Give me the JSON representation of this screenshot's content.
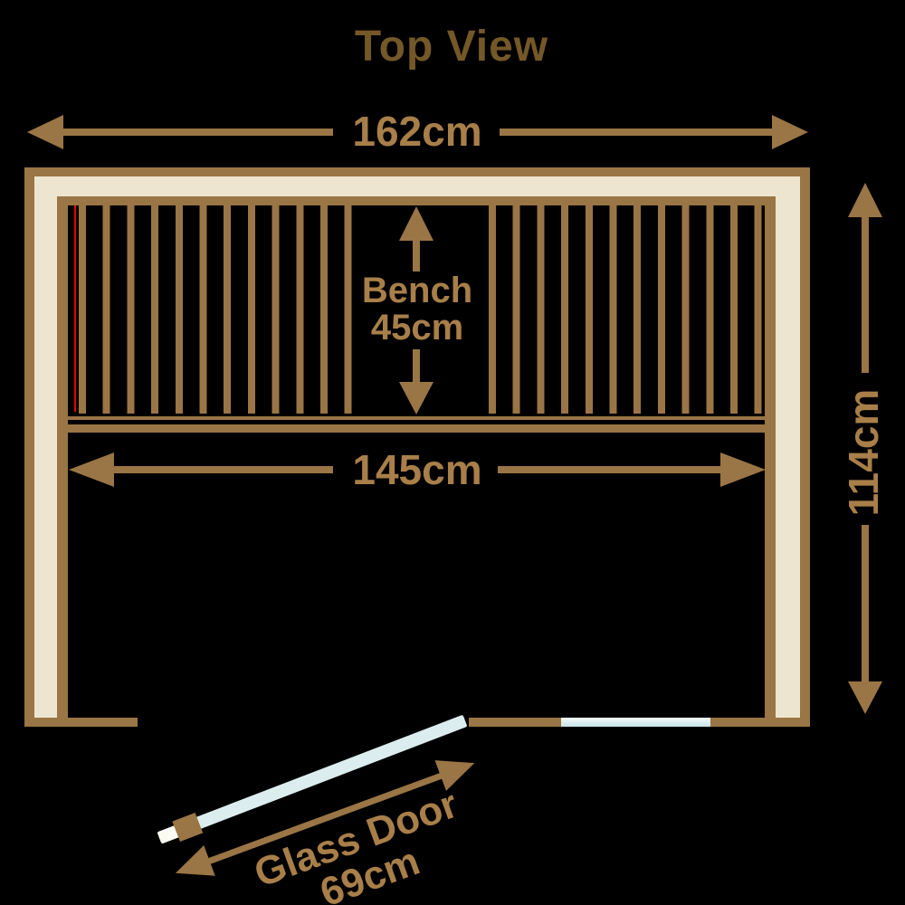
{
  "title": "Top View",
  "dimensions": {
    "overall_width": {
      "label": "162cm"
    },
    "bench_depth": {
      "line1": "Bench",
      "line2": "45cm"
    },
    "inner_width": {
      "label": "145cm"
    },
    "overall_depth": {
      "label": "114cm"
    },
    "door": {
      "name": "Glass Door",
      "size": "69cm"
    }
  },
  "colors": {
    "background": "#000000",
    "wood_brown": "#9A7545",
    "wall_cream": "#EDE5D0",
    "title_text": "#745828",
    "dimension_text": "#A87F49",
    "glass_blue": "#DCEDEF",
    "red_marker_line": "#E60000"
  }
}
